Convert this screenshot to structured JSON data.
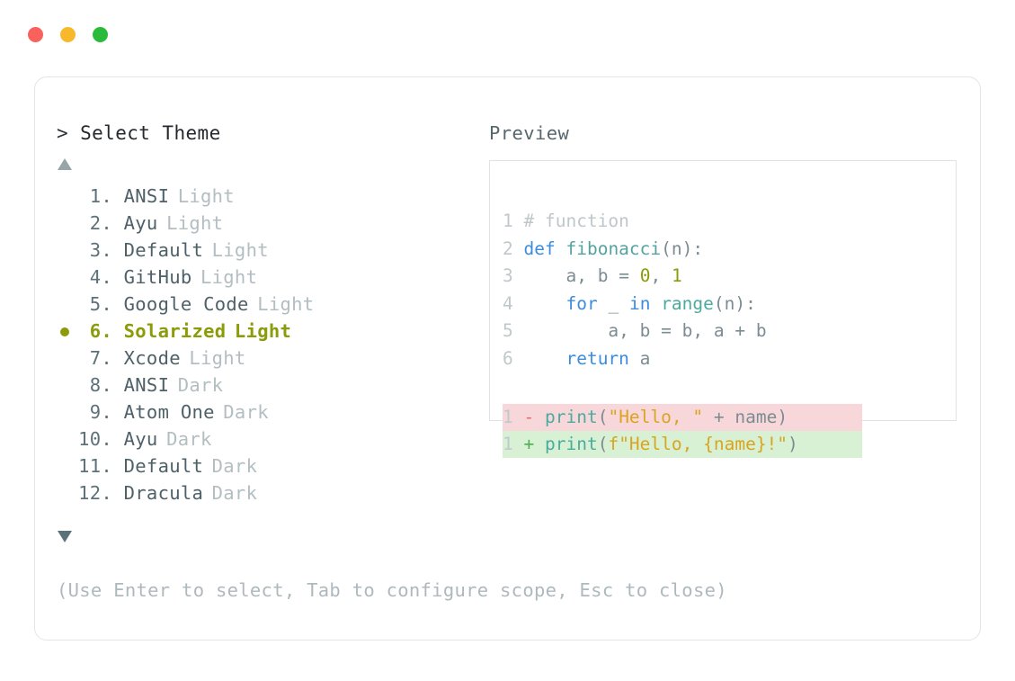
{
  "window": {
    "traffic_lights": [
      {
        "name": "close",
        "color": "#f9615c"
      },
      {
        "name": "minimize",
        "color": "#f7b92b"
      },
      {
        "name": "maximize",
        "color": "#2bbb3c"
      }
    ]
  },
  "left_pane": {
    "prompt_caret": ">",
    "title": "Select Theme",
    "scroll_up_icon": "triangle-up-icon",
    "scroll_down_icon": "triangle-down-icon",
    "themes": [
      {
        "num": "1.",
        "name": "ANSI",
        "variant": "Light",
        "selected": false
      },
      {
        "num": "2.",
        "name": "Ayu",
        "variant": "Light",
        "selected": false
      },
      {
        "num": "3.",
        "name": "Default",
        "variant": "Light",
        "selected": false
      },
      {
        "num": "4.",
        "name": "GitHub",
        "variant": "Light",
        "selected": false
      },
      {
        "num": "5.",
        "name": "Google Code",
        "variant": "Light",
        "selected": false
      },
      {
        "num": "6.",
        "name": "Solarized",
        "variant": "Light",
        "selected": true
      },
      {
        "num": "7.",
        "name": "Xcode",
        "variant": "Light",
        "selected": false
      },
      {
        "num": "8.",
        "name": "ANSI",
        "variant": "Dark",
        "selected": false
      },
      {
        "num": "9.",
        "name": "Atom One",
        "variant": "Dark",
        "selected": false
      },
      {
        "num": "10.",
        "name": "Ayu",
        "variant": "Dark",
        "selected": false
      },
      {
        "num": "11.",
        "name": "Default",
        "variant": "Dark",
        "selected": false
      },
      {
        "num": "12.",
        "name": "Dracula",
        "variant": "Dark",
        "selected": false
      }
    ]
  },
  "right_pane": {
    "label": "Preview",
    "code_lines": [
      {
        "n": "1",
        "text": "# function"
      },
      {
        "n": "2",
        "text": "def fibonacci(n):"
      },
      {
        "n": "3",
        "text": "    a, b = 0, 1"
      },
      {
        "n": "4",
        "text": "    for _ in range(n):"
      },
      {
        "n": "5",
        "text": "        a, b = b, a + b"
      },
      {
        "n": "6",
        "text": "    return a"
      }
    ],
    "diff_lines": [
      {
        "n": "1",
        "sign": "-",
        "text": "print(\"Hello, \" + name)",
        "kind": "minus"
      },
      {
        "n": "1",
        "sign": "+",
        "text": "print(f\"Hello, {name}!\")",
        "kind": "plus"
      }
    ]
  },
  "footer": {
    "hint": "(Use Enter to select, Tab to configure scope, Esc to close)"
  },
  "colors": {
    "selected_theme": "#8b9b09",
    "keyword": "#3c8ce0",
    "function": "#55a3a0",
    "string": "#d9a520",
    "number": "#8b9b09",
    "comment": "#bfc7ca",
    "diff_add_bg": "#d8f0d4",
    "diff_del_bg": "#f8d7db",
    "card_border": "#e2e5e6"
  }
}
